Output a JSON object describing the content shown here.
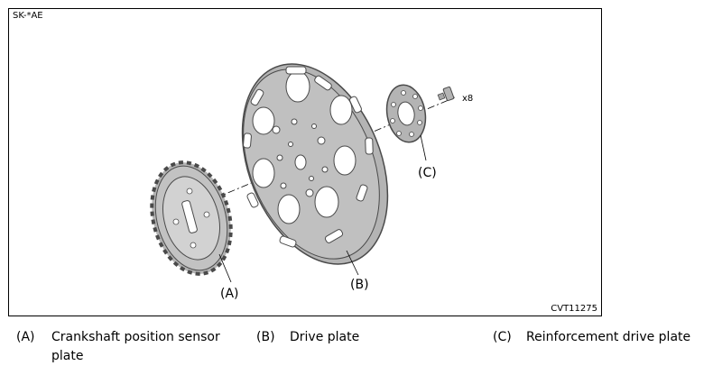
{
  "figure": {
    "code_top_left": "SK-*AE",
    "code_bottom_right": "CVT11275",
    "quantity_label": "x8",
    "callouts": {
      "a": "(A)",
      "b": "(B)",
      "c": "(C)"
    }
  },
  "legend": [
    {
      "key": "(A)",
      "description": "Crankshaft position sensor plate"
    },
    {
      "key": "(B)",
      "description": "Drive plate"
    },
    {
      "key": "(C)",
      "description": "Reinforcement drive plate"
    }
  ],
  "colors": {
    "part_fill": "#b4b4b4",
    "part_stroke": "#4a4a4a",
    "hole_fill": "#ffffff"
  }
}
